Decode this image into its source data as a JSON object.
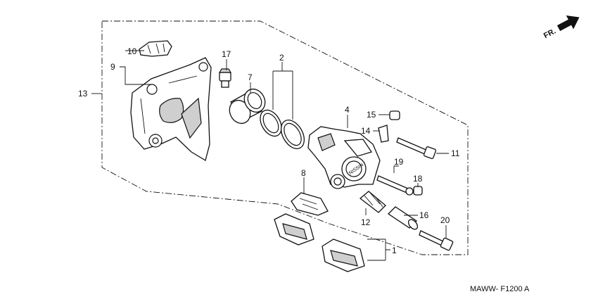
{
  "diagram": {
    "title": "",
    "drawing_code": "MAWW- F1200 A",
    "direction": {
      "label": "FR.",
      "icon": "forward-arrow-icon"
    },
    "callouts": [
      "1",
      "2",
      "4",
      "7",
      "8",
      "9",
      "10",
      "11",
      "12",
      "13",
      "14",
      "15",
      "16",
      "17",
      "18",
      "19",
      "20"
    ],
    "colors": {
      "line": "#111111",
      "background": "#ffffff"
    }
  }
}
